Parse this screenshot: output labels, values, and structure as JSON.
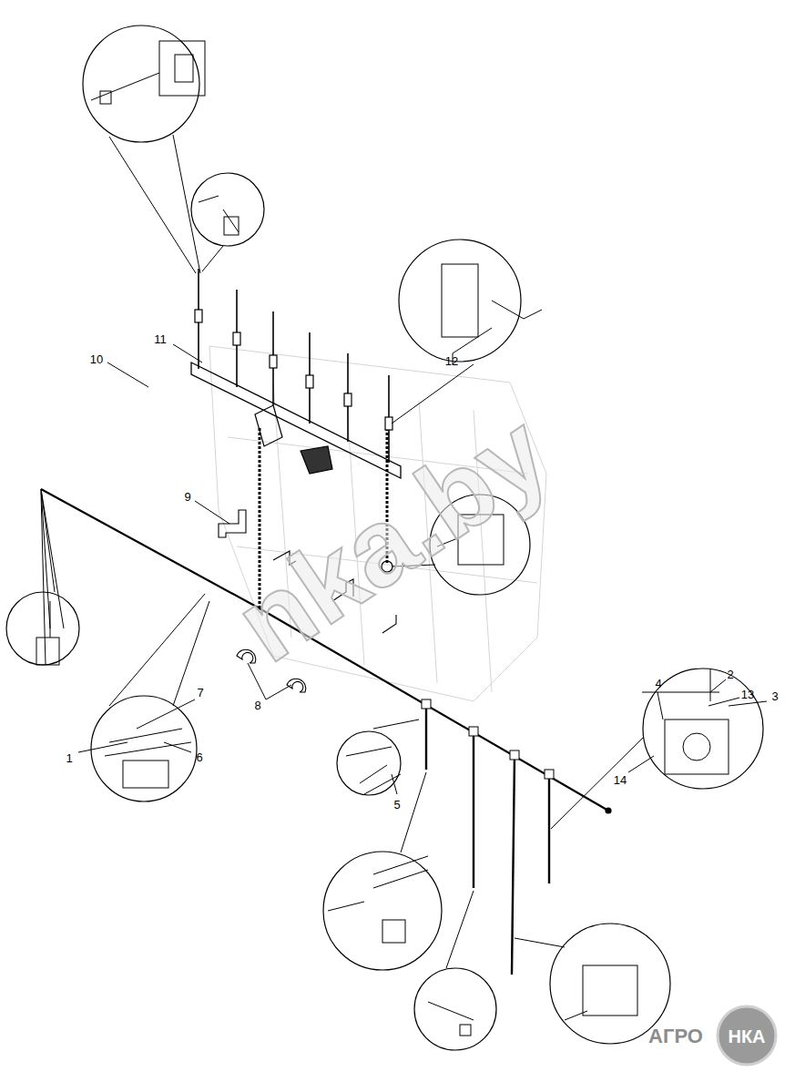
{
  "diagram": {
    "labels": [
      "10",
      "11",
      "12",
      "9",
      "7",
      "1",
      "6",
      "5",
      "8",
      "2",
      "13",
      "3",
      "4",
      "14",
      "nka.by",
      "АГРО",
      "НКА"
    ]
  }
}
